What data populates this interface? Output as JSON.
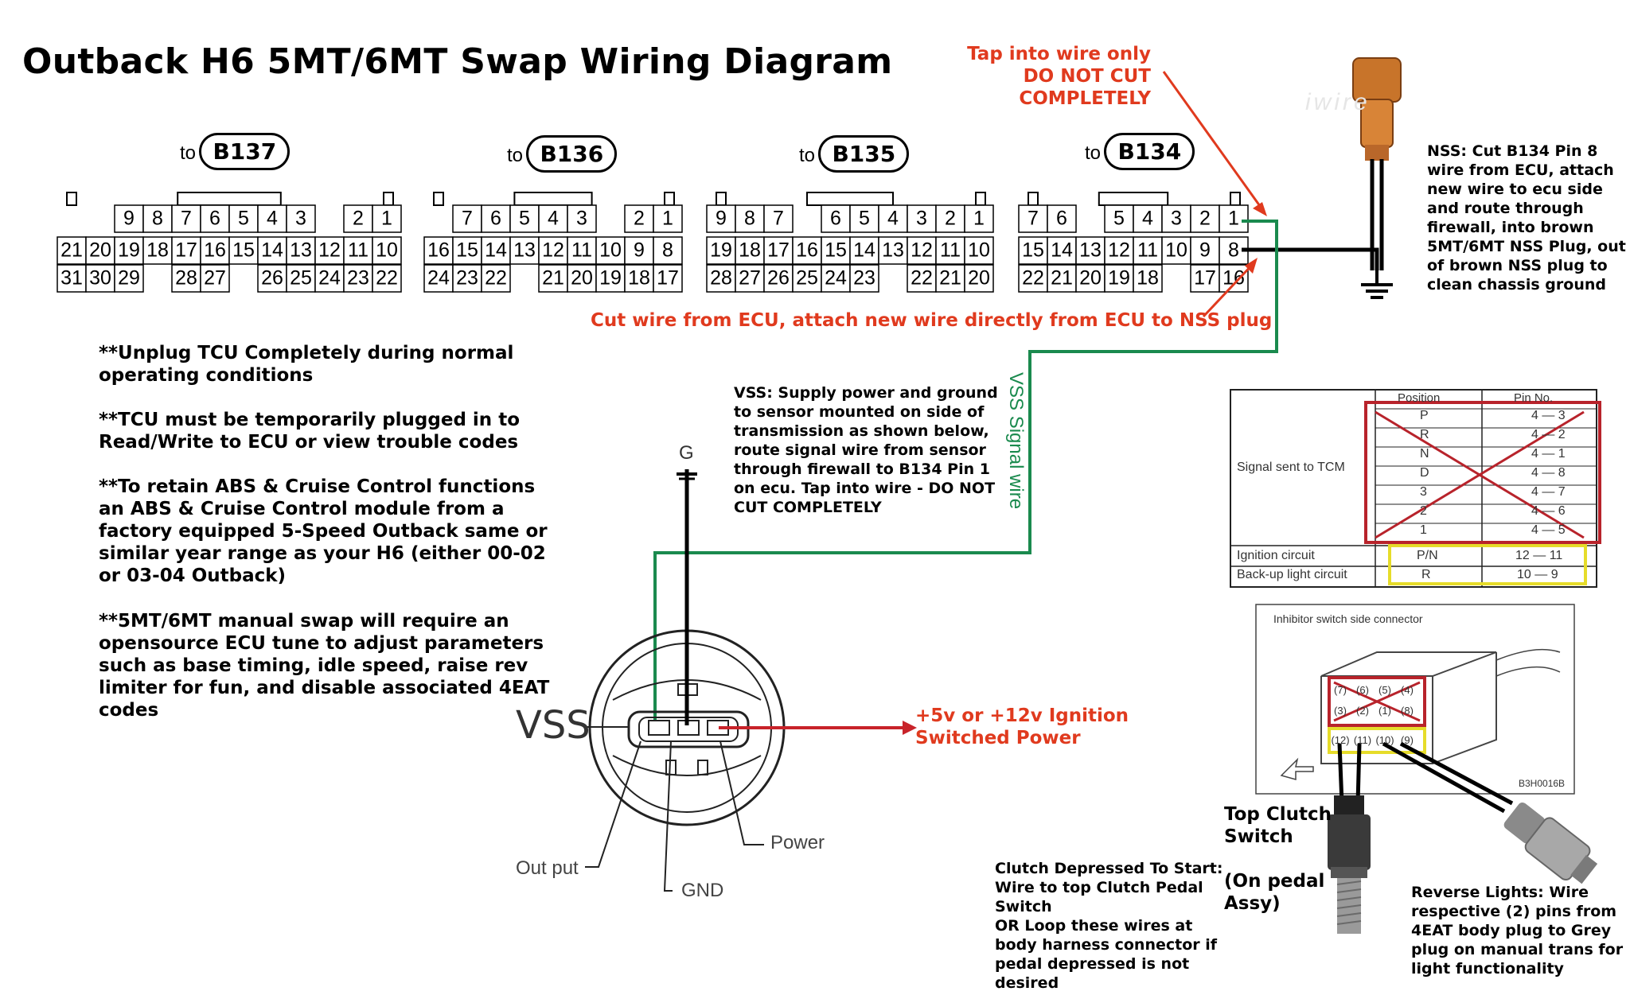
{
  "title": "Outback H6 5MT/6MT Swap Wiring Diagram",
  "to_word": "to",
  "connectors": [
    {
      "id": "B137",
      "rows": [
        [
          "9",
          "8",
          "7",
          "6",
          "5",
          "4",
          "3",
          "",
          "2",
          "1"
        ],
        [
          "21",
          "20",
          "19",
          "18",
          "17",
          "16",
          "15",
          "14",
          "13",
          "12",
          "11",
          "10"
        ],
        [
          "31",
          "30",
          "29",
          "",
          "28",
          "27",
          "",
          "26",
          "25",
          "24",
          "23",
          "22"
        ]
      ]
    },
    {
      "id": "B136",
      "rows": [
        [
          "7",
          "6",
          "5",
          "4",
          "3",
          "",
          "2",
          "1"
        ],
        [
          "16",
          "15",
          "14",
          "13",
          "12",
          "11",
          "10",
          "9",
          "8"
        ],
        [
          "24",
          "23",
          "22",
          "",
          "21",
          "20",
          "19",
          "18",
          "17"
        ]
      ]
    },
    {
      "id": "B135",
      "rows": [
        [
          "9",
          "8",
          "7",
          "",
          "6",
          "5",
          "4",
          "3",
          "2",
          "1"
        ],
        [
          "19",
          "18",
          "17",
          "16",
          "15",
          "14",
          "13",
          "12",
          "11",
          "10"
        ],
        [
          "28",
          "27",
          "26",
          "25",
          "24",
          "23",
          "",
          "22",
          "21",
          "20"
        ]
      ]
    },
    {
      "id": "B134",
      "rows": [
        [
          "7",
          "6",
          "",
          "5",
          "4",
          "3",
          "2",
          "1"
        ],
        [
          "15",
          "14",
          "13",
          "12",
          "11",
          "10",
          "9",
          "8"
        ],
        [
          "22",
          "21",
          "20",
          "19",
          "18",
          "",
          "17",
          "16"
        ]
      ]
    }
  ],
  "tap_note": {
    "line1": "Tap into wire only",
    "line2": "DO NOT CUT COMPLETELY"
  },
  "cut_note": "Cut wire from ECU, attach new wire directly from ECU to NSS plug",
  "nss_note": "NSS: Cut B134 Pin 8\nwire from ECU, attach\nnew wire to ecu side\nand route through\nfirewall, into brown\n5MT/6MT NSS Plug, out\nof brown NSS plug to\nclean chassis ground",
  "left_notes": [
    "**Unplug TCU Completely during normal\noperating conditions",
    "**TCU must be temporarily plugged in to\nRead/Write to ECU or view trouble codes",
    "**To retain ABS & Cruise Control functions\nan ABS & Cruise Control module from a\nfactory equipped 5-Speed Outback same or\nsimilar year range as your H6 (either 00-02\nor 03-04 Outback)",
    "**5MT/6MT manual swap will require an\nopensource ECU tune to adjust parameters\nsuch as base timing, idle speed, raise rev\nlimiter for fun, and disable associated 4EAT\ncodes"
  ],
  "vss_note": "VSS: Supply power and ground\nto sensor mounted on side of\ntransmission as shown below,\nroute signal wire from sensor\nthrough firewall to B134 Pin 1\non ecu. Tap into wire - DO NOT\nCUT COMPLETELY",
  "vss_signal_label": "VSS Signal wire",
  "vss_diagram": {
    "label": "VSS",
    "top_label": "G",
    "output": "Out put",
    "gnd": "GND",
    "power": "Power"
  },
  "power_note": {
    "line1": "+5v or +12v Ignition",
    "line2": "Switched Power"
  },
  "table": {
    "headers": [
      "Position",
      "Pin No."
    ],
    "signal_label": "Signal sent to TCM",
    "rows": [
      {
        "pos": "P",
        "pin": "4 — 3"
      },
      {
        "pos": "R",
        "pin": "4 — 2"
      },
      {
        "pos": "N",
        "pin": "4 — 1"
      },
      {
        "pos": "D",
        "pin": "4 — 8"
      },
      {
        "pos": "3",
        "pin": "4 — 7"
      },
      {
        "pos": "2",
        "pin": "4 — 6"
      },
      {
        "pos": "1",
        "pin": "4 — 5"
      }
    ],
    "ignition": {
      "label": "Ignition circuit",
      "pos": "P/N",
      "pin": "12 — 11"
    },
    "backup": {
      "label": "Back-up light circuit",
      "pos": "R",
      "pin": "10 — 9"
    }
  },
  "inhibitor": {
    "label": "Inhibitor switch side connector",
    "code": "B3H0016B",
    "top_pins": [
      "7",
      "6",
      "5",
      "4",
      "3",
      "2",
      "1",
      "8"
    ],
    "bottom_pins": [
      "12",
      "11",
      "10",
      "9"
    ]
  },
  "clutch_label": "Top Clutch\nSwitch\n\n(On pedal\nAssy)",
  "clutch_note": "Clutch Depressed To Start:\nWire to top Clutch Pedal\nSwitch\nOR Loop these wires at\nbody harness connector if\npedal depressed is not\ndesired",
  "reverse_note": "Reverse Lights: Wire\nrespective (2) pins from\n4EAT body plug to Grey\nplug on manual trans for\nlight functionality",
  "watermark": "iwire"
}
